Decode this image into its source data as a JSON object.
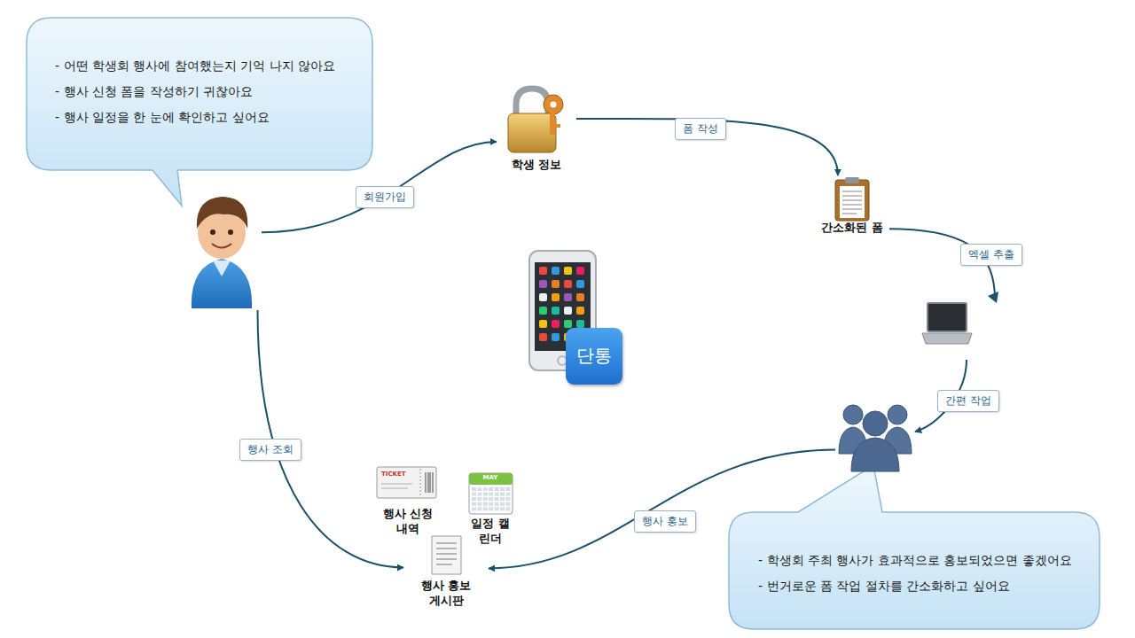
{
  "diagram": {
    "nodes": [
      {
        "text": [
          "- 어떤 학생회 행사에 참여했는지 기억 나지 않아요",
          "- 행사 신청 폼을 작성하기 귀찮아요",
          "- 행사 일정을 한 눈에 확인하고 싶어요"
        ]
      },
      {
        "text": [
          "학생 정보"
        ]
      },
      {
        "text": [
          "간소화된 폼"
        ]
      },
      {
        "text": [
          "- 학생회 주최 행사가 효과적으로 홍보되었으면 좋겠어요",
          "- 번거로운 폼 작업 절차를 간소화하고 싶어요"
        ]
      },
      {
        "text": [
          "행사 신청 내역"
        ]
      },
      {
        "text": [
          "일정 캘린더"
        ]
      },
      {
        "text": [
          "행사 홍보 게시판"
        ]
      },
      {
        "text": [
          "단통"
        ]
      }
    ],
    "edges": [
      {
        "from": 0,
        "to": 1,
        "label": "회원가입",
        "arrow": "to"
      },
      {
        "from": 1,
        "to": 2,
        "label": "폼 작성",
        "arrow": "to"
      },
      {
        "from": 2,
        "to": 3,
        "label": "엑셀 추출",
        "arrow": "to"
      },
      {
        "from": 3,
        "to": 6,
        "label": "행사 홍보",
        "arrow": "to"
      },
      {
        "from": 0,
        "to": 6,
        "label": "행사 조회",
        "arrow": "to"
      }
    ],
    "labels": [
      "간편 작업",
      "TICKET",
      "MAY"
    ]
  }
}
